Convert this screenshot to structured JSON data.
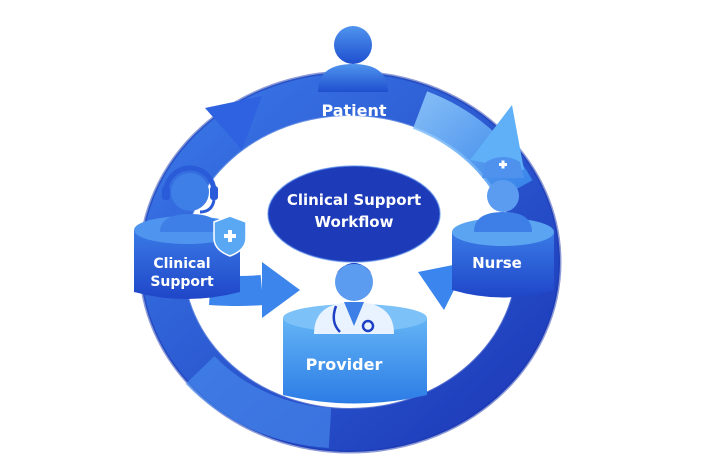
{
  "center": {
    "line1": "Clinical Support",
    "line2": "Workflow"
  },
  "nodes": {
    "patient": {
      "label": "Patient",
      "icon": "person-icon"
    },
    "nurse": {
      "label": "Nurse",
      "icon": "nurse-icon"
    },
    "provider": {
      "label": "Provider",
      "icon": "doctor-icon"
    },
    "support": {
      "line1": "Clinical",
      "line2": "Support",
      "icon": "headset-agent-icon",
      "badge_icon": "shield-plus-icon"
    }
  },
  "colors": {
    "ring_dark": "#1f3fc4",
    "ring_mid": "#2d63e0",
    "ring_light": "#5aa8f3",
    "box_dark": "#2552d4",
    "box_light": "#3b8fe8",
    "center_fill": "#1d3ab8",
    "icon_fill": "#3d7fe6"
  }
}
